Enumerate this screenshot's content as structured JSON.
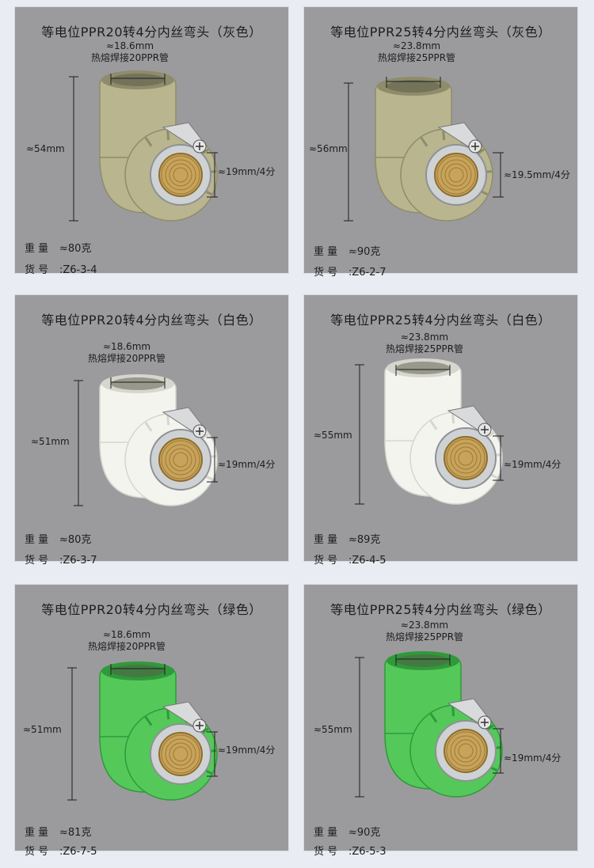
{
  "colors": {
    "page_bg": "#e9edf3",
    "card_bg": "#9b9b9d",
    "gray_body": "#b8b58f",
    "gray_body_dark": "#8f8c6b",
    "white_body": "#f4f4ef",
    "white_body_dark": "#d6d6cf",
    "green_body": "#55c85a",
    "green_body_dark": "#2f9a3a",
    "brass": "#c8a35a"
  },
  "labels": {
    "weight_key": "重  量",
    "item_key": "货  号",
    "weight_prefix": "≈"
  },
  "cards": [
    {
      "title": "等电位PPR20转4分内丝弯头（灰色）",
      "top_dim": "≈18.6mm",
      "top_note": "热熔焊接20PPR管",
      "height_dim": "≈54mm",
      "thread_dim": "≈19mm/4分",
      "weight": "≈80克",
      "item_no": ":Z6-3-4",
      "variant": "gray"
    },
    {
      "title": "等电位PPR25转4分内丝弯头（灰色）",
      "top_dim": "≈23.8mm",
      "top_note": "热熔焊接25PPR管",
      "height_dim": "≈56mm",
      "thread_dim": "≈19.5mm/4分",
      "weight": "≈90克",
      "item_no": ":Z6-2-7",
      "variant": "gray"
    },
    {
      "title": "等电位PPR20转4分内丝弯头（白色）",
      "top_dim": "≈18.6mm",
      "top_note": "热熔焊接20PPR管",
      "height_dim": "≈51mm",
      "thread_dim": "≈19mm/4分",
      "weight": "≈80克",
      "item_no": ":Z6-3-7",
      "variant": "white"
    },
    {
      "title": "等电位PPR25转4分内丝弯头（白色）",
      "top_dim": "≈23.8mm",
      "top_note": "热熔焊接25PPR管",
      "height_dim": "≈55mm",
      "thread_dim": "≈19mm/4分",
      "weight": "≈89克",
      "item_no": ":Z6-4-5",
      "variant": "white"
    },
    {
      "title": "等电位PPR20转4分内丝弯头（绿色）",
      "top_dim": "≈18.6mm",
      "top_note": "热熔焊接20PPR管",
      "height_dim": "≈51mm",
      "thread_dim": "≈19mm/4分",
      "weight": "≈81克",
      "item_no": ":Z6-7-5",
      "variant": "green"
    },
    {
      "title": "等电位PPR25转4分内丝弯头（绿色）",
      "top_dim": "≈23.8mm",
      "top_note": "热熔焊接25PPR管",
      "height_dim": "≈55mm",
      "thread_dim": "≈19mm/4分",
      "weight": "≈90克",
      "item_no": ":Z6-5-3",
      "variant": "green"
    }
  ]
}
